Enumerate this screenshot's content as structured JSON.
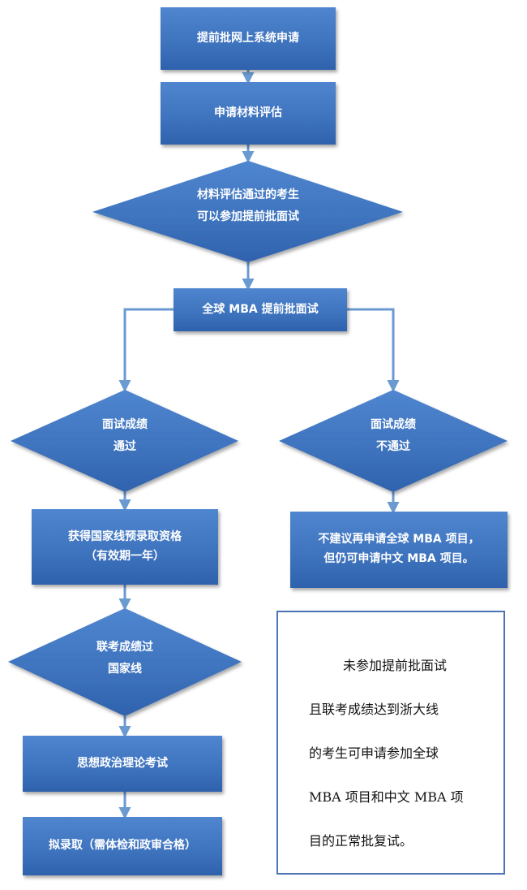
{
  "flow": {
    "step1": "提前批网上系统申请",
    "step2": "申请材料评估",
    "decision1": {
      "line1": "材料评估通过的考生",
      "line2": "可以参加提前批面试"
    },
    "interview": "全球 MBA 提前批面试",
    "pass": {
      "line1": "面试成绩",
      "line2": "通过"
    },
    "fail": {
      "line1": "面试成绩",
      "line2": "不通过"
    },
    "qualify": {
      "line1": "获得国家线预录取资格",
      "line2": "（有效期一年）"
    },
    "advice": {
      "line1": "不建议再申请全球 MBA 项目，",
      "line2": "但仍可申请中文 MBA 项目。"
    },
    "national": {
      "line1": "联考成绩过",
      "line2": "国家线"
    },
    "politics": "思想政治理论考试",
    "admit": "拟录取（需体检和政审合格）"
  },
  "note": {
    "lines": [
      "未参加提前批面试",
      "且联考成绩达到浙大线",
      "的考生可申请参加全球",
      "MBA 项目和中文 MBA 项",
      "目的正常批复试。"
    ]
  },
  "colors": {
    "box": "#3f74bf",
    "connector": "#6a9ad0",
    "note_border": "#4a74b4"
  }
}
